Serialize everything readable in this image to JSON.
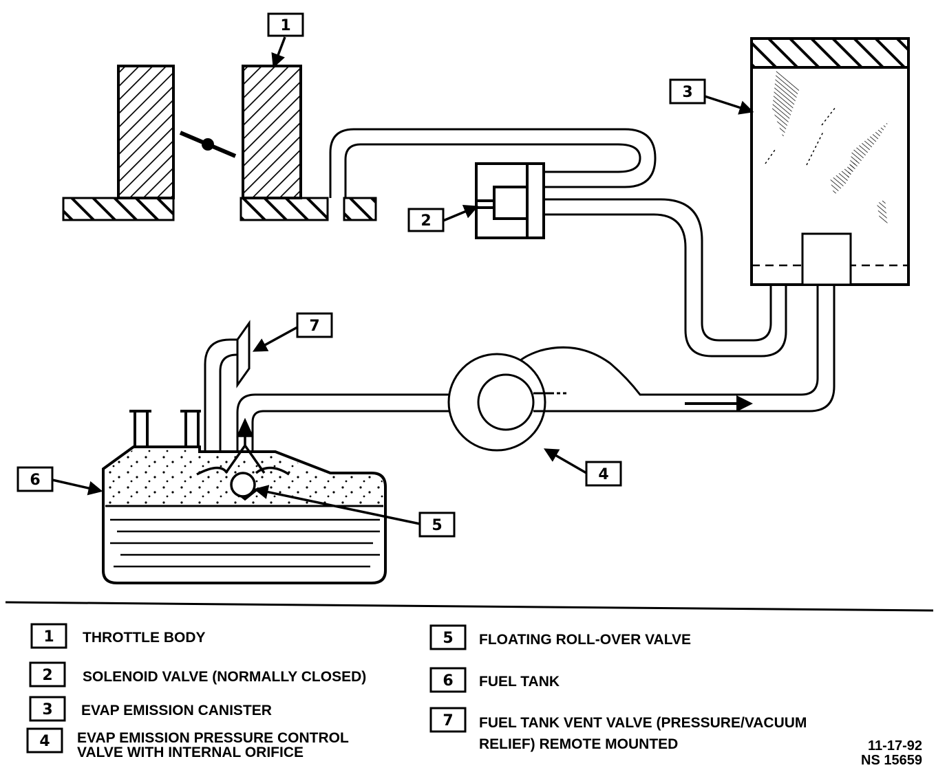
{
  "callouts": [
    "1",
    "2",
    "3",
    "4",
    "5",
    "6",
    "7"
  ],
  "legend": {
    "items": [
      {
        "number": "1",
        "lines": [
          "THROTTLE BODY"
        ]
      },
      {
        "number": "2",
        "lines": [
          "SOLENOID VALVE (NORMALLY CLOSED)"
        ]
      },
      {
        "number": "3",
        "lines": [
          "EVAP EMISSION CANISTER"
        ]
      },
      {
        "number": "4",
        "lines": [
          "EVAP EMISSION PRESSURE CONTROL",
          "VALVE WITH INTERNAL ORIFICE"
        ]
      },
      {
        "number": "5",
        "lines": [
          "FLOATING ROLL-OVER VALVE"
        ]
      },
      {
        "number": "6",
        "lines": [
          "FUEL TANK"
        ]
      },
      {
        "number": "7",
        "lines": [
          "FUEL TANK VENT VALVE (PRESSURE/VACUUM",
          "RELIEF) REMOTE MOUNTED"
        ]
      }
    ]
  },
  "reference": {
    "date": "11-17-92",
    "code": "NS 15659"
  },
  "colors": {
    "ink": "#000000",
    "paper": "#ffffff"
  }
}
